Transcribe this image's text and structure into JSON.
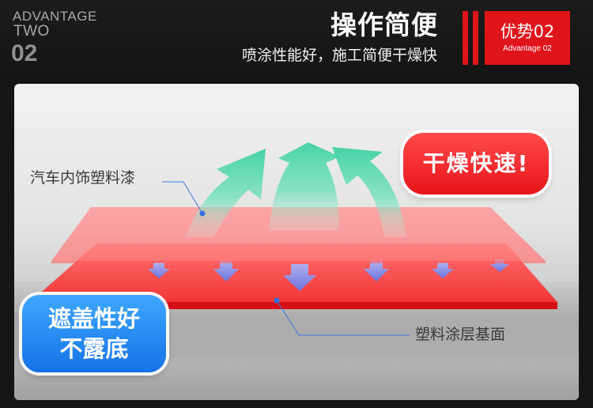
{
  "header": {
    "advantage_en": "ADVANTAGE",
    "advantage_two": "TWO",
    "advantage_num": "02",
    "title": "操作简便",
    "subtitle": "喷涂性能好，施工简便干燥快",
    "badge_cn": "优势02",
    "badge_en": "Advantage 02"
  },
  "diagram": {
    "label_top_layer": "汽车内饰塑料漆",
    "label_base_layer": "塑料涂层基面",
    "badge_dry": "干燥快速!",
    "badge_cover_line1": "遮盖性好",
    "badge_cover_line2": "不露底"
  },
  "colors": {
    "brand_red": "#e0141b",
    "accent_blue": "#1473e6",
    "vapor_green": "#3fd6a7",
    "background": "#151515"
  }
}
